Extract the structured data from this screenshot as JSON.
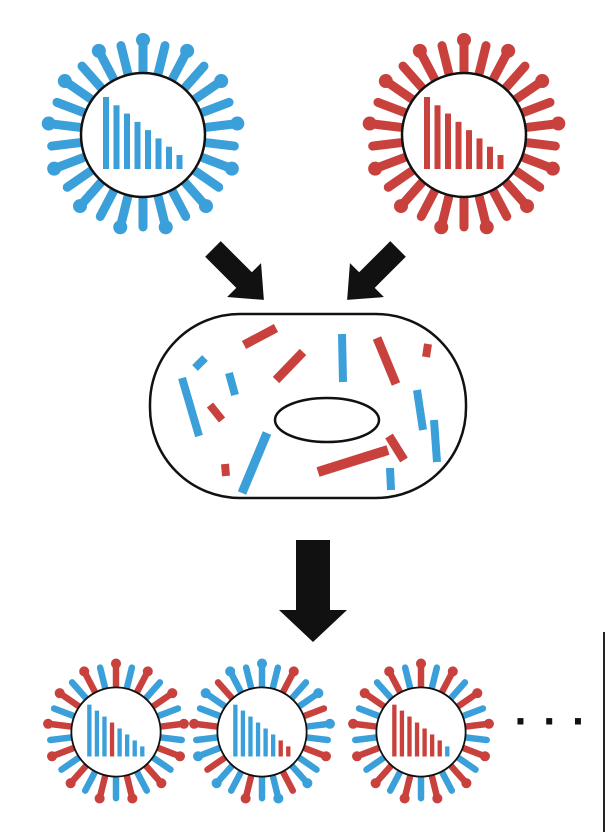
{
  "colors": {
    "blue": "#3b9fda",
    "red": "#c9413c",
    "outline": "#111111",
    "arrow": "#111111",
    "background": "#ffffff"
  },
  "parent_viruses": [
    {
      "name": "parent-virus-blue",
      "spike_colors": [
        "blue"
      ],
      "segment_colors": [
        "blue",
        "blue",
        "blue",
        "blue",
        "blue",
        "blue",
        "blue",
        "blue"
      ]
    },
    {
      "name": "parent-virus-red",
      "spike_colors": [
        "red"
      ],
      "segment_colors": [
        "red",
        "red",
        "red",
        "red",
        "red",
        "red",
        "red",
        "red"
      ]
    }
  ],
  "host_cell": {
    "segments": [
      {
        "color": "blue"
      },
      {
        "color": "blue"
      },
      {
        "color": "blue"
      },
      {
        "color": "blue"
      },
      {
        "color": "blue"
      },
      {
        "color": "blue"
      },
      {
        "color": "blue"
      },
      {
        "color": "blue"
      },
      {
        "color": "red"
      },
      {
        "color": "red"
      },
      {
        "color": "red"
      },
      {
        "color": "red"
      },
      {
        "color": "red"
      },
      {
        "color": "red"
      },
      {
        "color": "red"
      },
      {
        "color": "red"
      }
    ]
  },
  "progeny_viruses": [
    {
      "name": "progeny-virus-1",
      "spike_colors": [
        "red",
        "blue"
      ],
      "segment_colors": [
        "blue",
        "blue",
        "blue",
        "red",
        "blue",
        "blue",
        "blue",
        "blue"
      ]
    },
    {
      "name": "progeny-virus-2",
      "spike_colors": [
        "blue",
        "blue",
        "red"
      ],
      "segment_colors": [
        "blue",
        "blue",
        "blue",
        "blue",
        "blue",
        "blue",
        "red",
        "red"
      ]
    },
    {
      "name": "progeny-virus-3",
      "spike_colors": [
        "red",
        "blue"
      ],
      "segment_colors": [
        "red",
        "red",
        "red",
        "red",
        "red",
        "red",
        "red",
        "blue"
      ]
    }
  ],
  "ellipsis": "· · ·"
}
